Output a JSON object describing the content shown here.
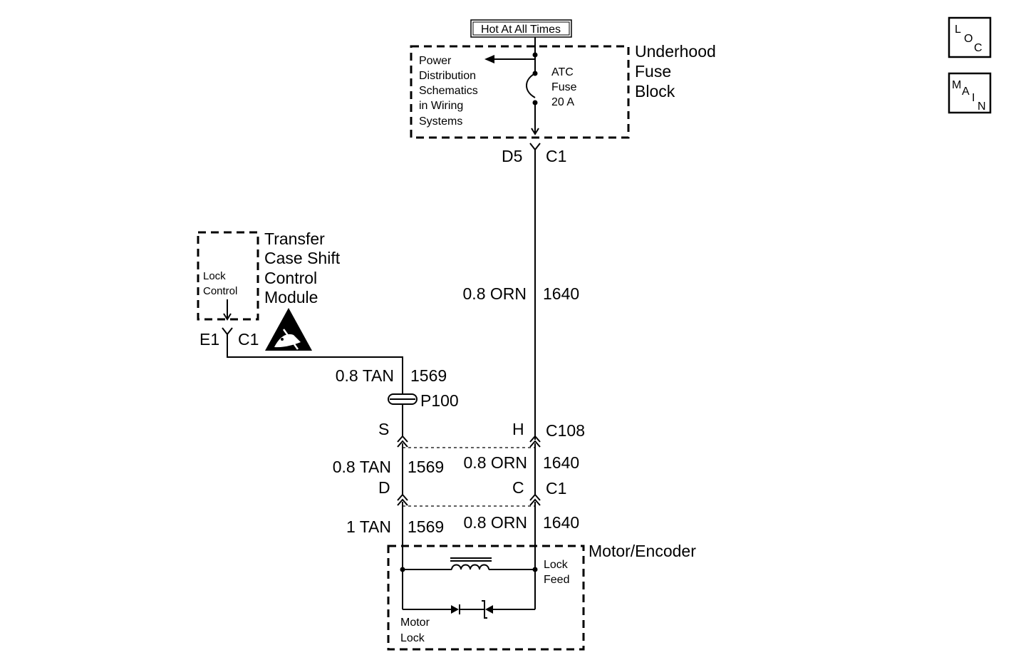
{
  "header": {
    "hot_label": "Hot At All Times"
  },
  "nav": {
    "loc": {
      "l1": "L",
      "l2": "O",
      "l3": "C"
    },
    "main": {
      "l1": "M",
      "l2": "A",
      "l3": "I",
      "l4": "N"
    }
  },
  "fuse_block": {
    "name_lines": [
      "Underhood",
      "Fuse",
      "Block"
    ],
    "ref_lines": [
      "Power",
      "Distribution",
      "Schematics",
      "in Wiring",
      "Systems"
    ],
    "fuse_lines": [
      "ATC",
      "Fuse",
      "20 A"
    ],
    "pin": "D5",
    "connector": "C1"
  },
  "module": {
    "name_lines": [
      "Transfer",
      "Case Shift",
      "Control",
      "Module"
    ],
    "inner_lines": [
      "Lock",
      "Control"
    ],
    "pin": "E1",
    "connector": "C1",
    "esd_icon": "esd-sensitive-icon"
  },
  "wires": {
    "feed_upper": {
      "gauge_color": "0.8 ORN",
      "circuit": "1640"
    },
    "control_upper": {
      "gauge_color": "0.8 TAN",
      "circuit": "1569"
    },
    "control_mid": {
      "gauge_color": "0.8 TAN",
      "circuit": "1569"
    },
    "feed_mid": {
      "gauge_color": "0.8 ORN",
      "circuit": "1640"
    },
    "control_lower": {
      "gauge_color": "1 TAN",
      "circuit": "1569"
    },
    "feed_lower": {
      "gauge_color": "0.8 ORN",
      "circuit": "1640"
    }
  },
  "splice": {
    "label": "P100"
  },
  "connector_c108": {
    "pin_left": "S",
    "pin_right": "H",
    "name": "C108"
  },
  "connector_c1": {
    "pin_left": "D",
    "pin_right": "C",
    "name": "C1"
  },
  "motor": {
    "name": "Motor/Encoder",
    "lock_feed_lines": [
      "Lock",
      "Feed"
    ],
    "motor_lock_lines": [
      "Motor",
      "Lock"
    ]
  }
}
